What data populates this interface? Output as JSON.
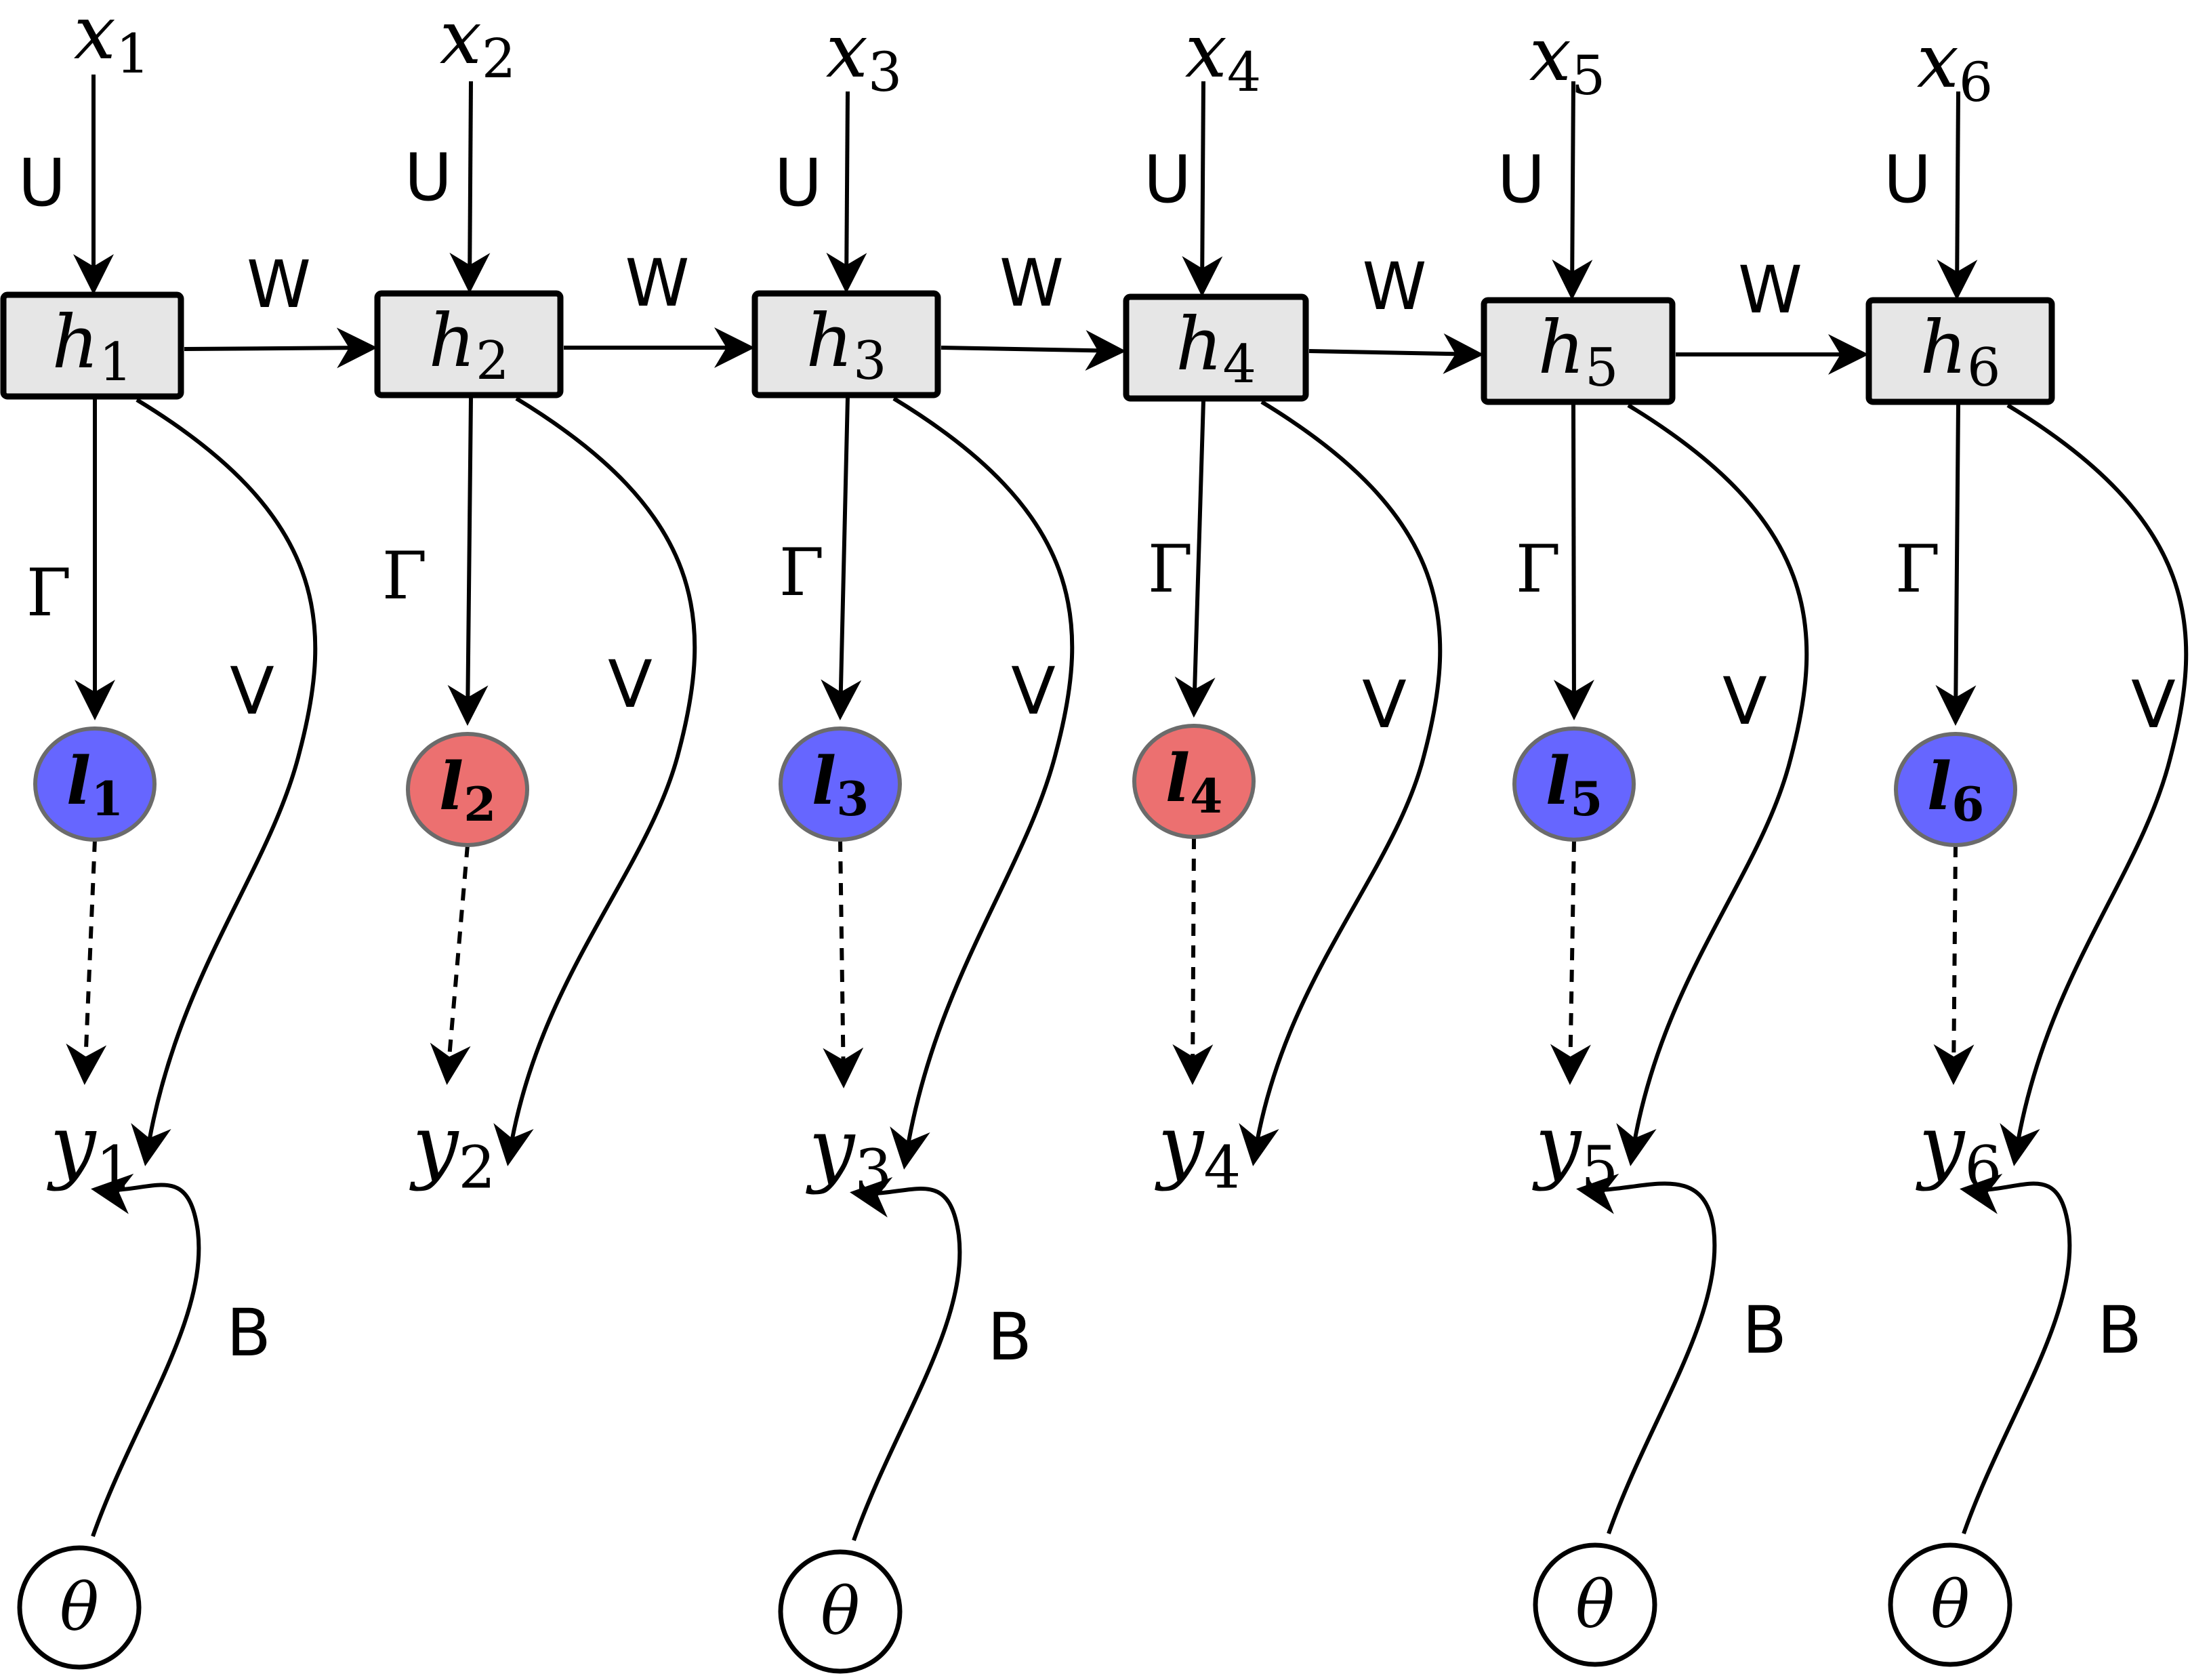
{
  "colors": {
    "box_fill": "#e6e6e6",
    "blue": "#6666ff",
    "red": "#ec7070",
    "outline": "#000000",
    "circle_outline": "#6b6b6b"
  },
  "edge_labels": {
    "input": "U",
    "recurrent": "W",
    "to_l": "Γ",
    "to_y": "V",
    "from_theta": "B"
  },
  "theta_label": "θ",
  "steps": [
    {
      "x": {
        "base": "x",
        "sub": "1"
      },
      "h": {
        "base": "h",
        "sub": "1"
      },
      "l": {
        "base": "l",
        "sub": "1"
      },
      "l_color": "blue",
      "y": {
        "base": "y",
        "sub": "1"
      },
      "has_theta": true
    },
    {
      "x": {
        "base": "x",
        "sub": "2"
      },
      "h": {
        "base": "h",
        "sub": "2"
      },
      "l": {
        "base": "l",
        "sub": "2"
      },
      "l_color": "red",
      "y": {
        "base": "y",
        "sub": "2"
      },
      "has_theta": false
    },
    {
      "x": {
        "base": "x",
        "sub": "3"
      },
      "h": {
        "base": "h",
        "sub": "3"
      },
      "l": {
        "base": "l",
        "sub": "3"
      },
      "l_color": "blue",
      "y": {
        "base": "y",
        "sub": "3"
      },
      "has_theta": true
    },
    {
      "x": {
        "base": "x",
        "sub": "4"
      },
      "h": {
        "base": "h",
        "sub": "4"
      },
      "l": {
        "base": "l",
        "sub": "4"
      },
      "l_color": "red",
      "y": {
        "base": "y",
        "sub": "4"
      },
      "has_theta": false
    },
    {
      "x": {
        "base": "x",
        "sub": "5"
      },
      "h": {
        "base": "h",
        "sub": "5"
      },
      "l": {
        "base": "l",
        "sub": "5"
      },
      "l_color": "blue",
      "y": {
        "base": "y",
        "sub": "5"
      },
      "has_theta": true
    },
    {
      "x": {
        "base": "x",
        "sub": "6"
      },
      "h": {
        "base": "h",
        "sub": "6"
      },
      "l": {
        "base": "l",
        "sub": "6"
      },
      "l_color": "blue",
      "y": {
        "base": "y",
        "sub": "6"
      },
      "has_theta": true
    }
  ]
}
